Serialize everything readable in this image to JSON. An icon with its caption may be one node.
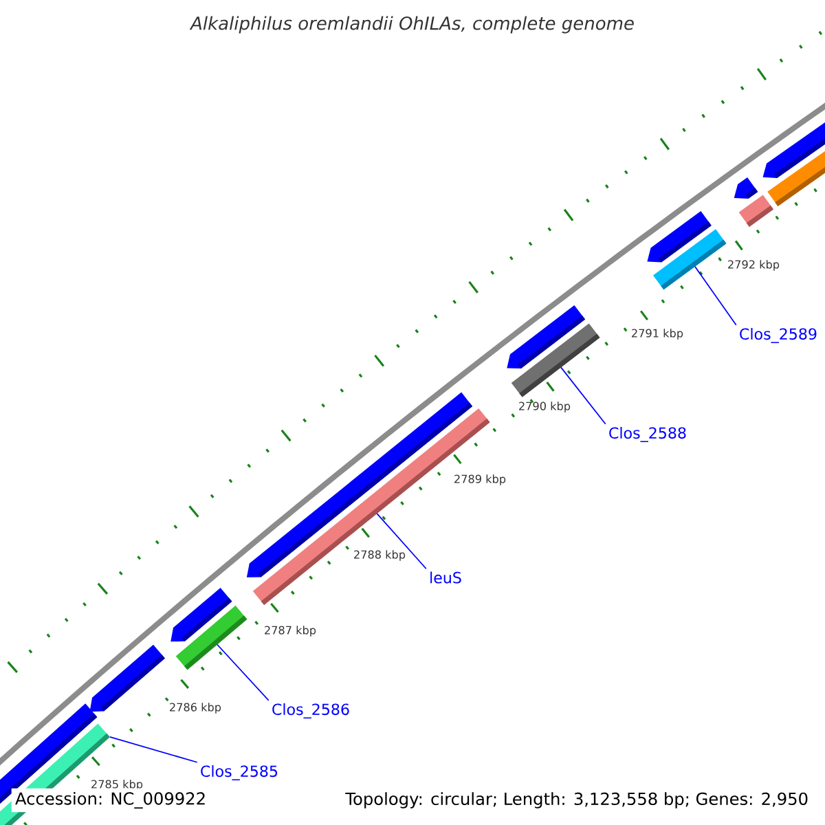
{
  "diagram": {
    "title": "Alkaliphilus oremlandii OhILAs, complete genome",
    "nodes": [
      {
        "text": [
          "Clos_2585"
        ]
      },
      {
        "text": [],
        "shape": "bar"
      },
      {
        "text": [
          "Clos_2586"
        ]
      },
      {
        "text": [],
        "shape": "bar"
      },
      {
        "text": [
          "leuS"
        ]
      },
      {
        "text": [],
        "shape": "bar"
      },
      {
        "text": [
          "Clos_2588"
        ]
      },
      {
        "text": [],
        "shape": "bar"
      },
      {
        "text": [
          "Clos_2589"
        ]
      },
      {
        "text": [],
        "shape": "bar"
      }
    ],
    "edges": [
      {
        "from": 0,
        "to": 1,
        "arrow": "none"
      },
      {
        "from": 2,
        "to": 3,
        "arrow": "none"
      },
      {
        "from": 4,
        "to": 5,
        "arrow": "none"
      },
      {
        "from": 6,
        "to": 7,
        "arrow": "none"
      },
      {
        "from": 8,
        "to": 9,
        "arrow": "none"
      }
    ],
    "labels": [
      "2792 kbp",
      "2791 kbp",
      "2790 kbp",
      "2789 kbp",
      "2788 kbp",
      "2787 kbp",
      "2786 kbp",
      "2785 kbp",
      "Accession: NC_009922",
      "Topology: circular; Length: 3,123,558 bp; Genes: 2,950"
    ]
  }
}
